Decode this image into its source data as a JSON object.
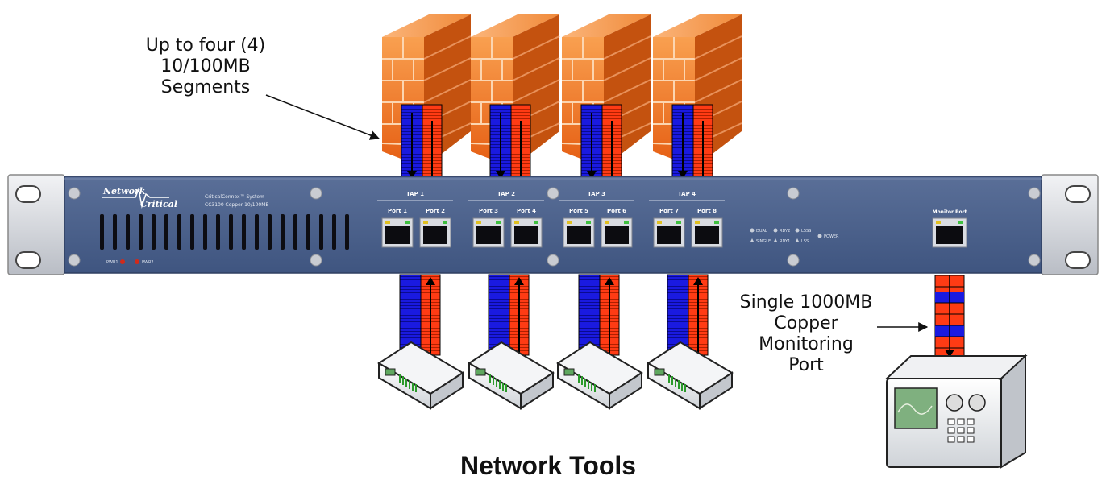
{
  "annotations": {
    "segments": {
      "line1": "Up to four (4)",
      "line2": "10/100MB",
      "line3": "Segments"
    },
    "monitor": {
      "line1": "Single 1000MB",
      "line2": "Copper",
      "line3": "Monitoring",
      "line4": "Port"
    }
  },
  "device": {
    "brand_line1": "Network",
    "brand_line2": "Critical",
    "system_line1": "CriticalConnex™ System",
    "system_line2": "CC3100 Copper 10/100MB",
    "pwr1": "PWR1",
    "pwr2": "PWR2",
    "taps": [
      {
        "label": "TAP 1",
        "ports": [
          "Port 1",
          "Port 2"
        ]
      },
      {
        "label": "TAP 2",
        "ports": [
          "Port 3",
          "Port 4"
        ]
      },
      {
        "label": "TAP 3",
        "ports": [
          "Port 5",
          "Port 6"
        ]
      },
      {
        "label": "TAP 4",
        "ports": [
          "Port 7",
          "Port 8"
        ]
      }
    ],
    "led_labels": [
      "DUAL",
      "SINGLE",
      "RDY2",
      "RDY1",
      "LSSS",
      "LSS"
    ],
    "power_label": "POWER",
    "monitor_port": "Monitor Port"
  },
  "footer": {
    "title": "Network Tools"
  },
  "colors": {
    "panel": "#495f8a",
    "cable_blue": "#1a1ae0",
    "cable_red": "#ff3b14",
    "firewall": "#f07a26"
  }
}
